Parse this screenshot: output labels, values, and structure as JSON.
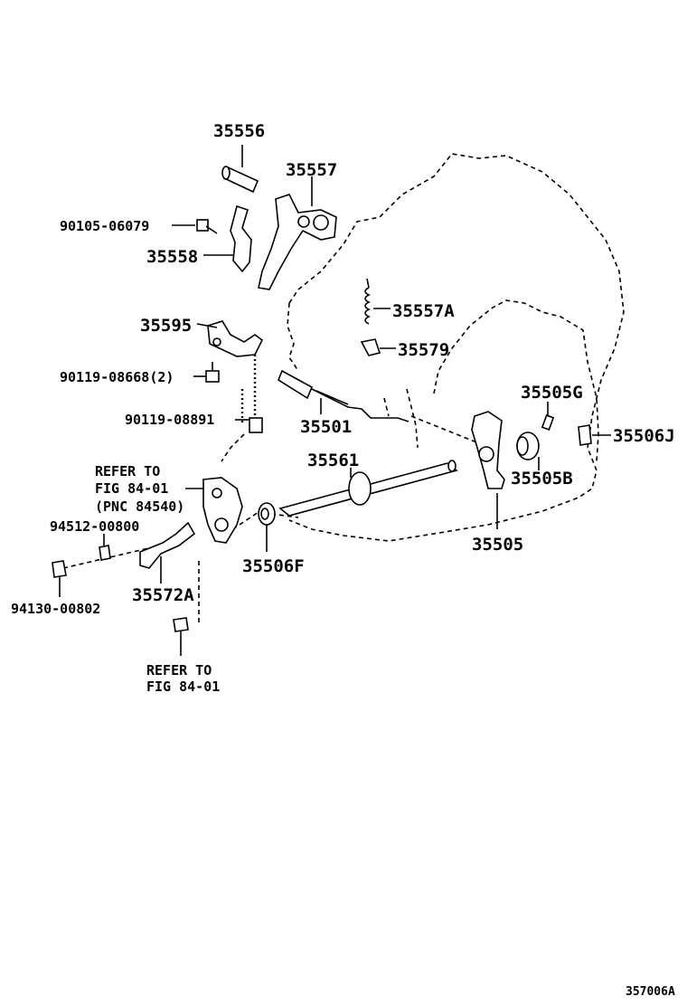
{
  "labels": {
    "p35556": "35556",
    "p35557": "35557",
    "p90105": "90105-06079",
    "p35558": "35558",
    "p35557A": "35557A",
    "p35595": "35595",
    "p35579": "35579",
    "p90119_08668": "90119-08668(2)",
    "p35505G": "35505G",
    "p90119_08891": "90119-08891",
    "p35501": "35501",
    "p35506J": "35506J",
    "p35561": "35561",
    "refer1_l1": "REFER TO",
    "refer1_l2": "FIG 84-01",
    "refer1_l3": "(PNC 84540)",
    "p35505B": "35505B",
    "p94512": "94512-00800",
    "p35505": "35505",
    "p35506F": "35506F",
    "p35572A": "35572A",
    "p94130": "94130-00802",
    "refer2_l1": "REFER TO",
    "refer2_l2": "FIG 84-01",
    "figure_code": "357006A"
  }
}
